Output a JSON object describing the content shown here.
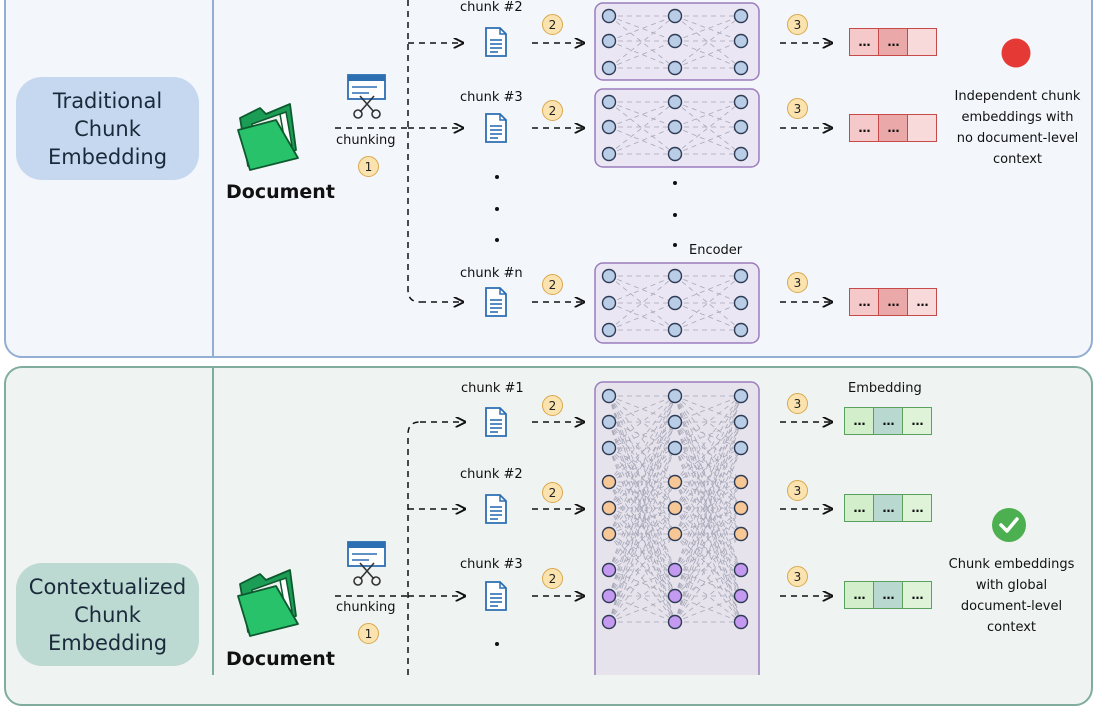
{
  "top": {
    "title": "Traditional\nChunk\nEmbedding",
    "document_label": "Document",
    "chunking_label": "chunking",
    "step1": "1",
    "rows": [
      {
        "chunk": "chunk #2",
        "step2": "2",
        "step3": "3"
      },
      {
        "chunk": "chunk #3",
        "step2": "2",
        "step3": "3"
      },
      {
        "chunk": "chunk #n",
        "step2": "2",
        "step3": "3"
      }
    ],
    "ellipsis": "…",
    "encoder_label": "Encoder",
    "note": "Independent chunk\nembeddings with\nno document-level\ncontext",
    "status_color": "#e53935"
  },
  "bottom": {
    "title": "Contextualized\nChunk\nEmbedding",
    "document_label": "Document",
    "chunking_label": "chunking",
    "step1": "1",
    "rows": [
      {
        "chunk": "chunk #1",
        "step2": "2",
        "step3": "3"
      },
      {
        "chunk": "chunk #2",
        "step2": "2",
        "step3": "3"
      },
      {
        "chunk": "chunk #3",
        "step2": "2",
        "step3": "3"
      }
    ],
    "embedding_label": "Embedding",
    "note": "Chunk embeddings\nwith global\ndocument-level\ncontext",
    "status_color": "#4caf50"
  },
  "colors": {
    "node_blue": "#b9cde6",
    "node_orange": "#f7c896",
    "node_purple": "#c49af0",
    "folder_green": "#27c26a",
    "doc_icon_blue": "#2d6fb3",
    "encoder_border": "#9b7cbd"
  },
  "icons": [
    "folder-icon",
    "scissors-icon",
    "document-icon",
    "check-circle-icon",
    "red-dot-icon"
  ]
}
